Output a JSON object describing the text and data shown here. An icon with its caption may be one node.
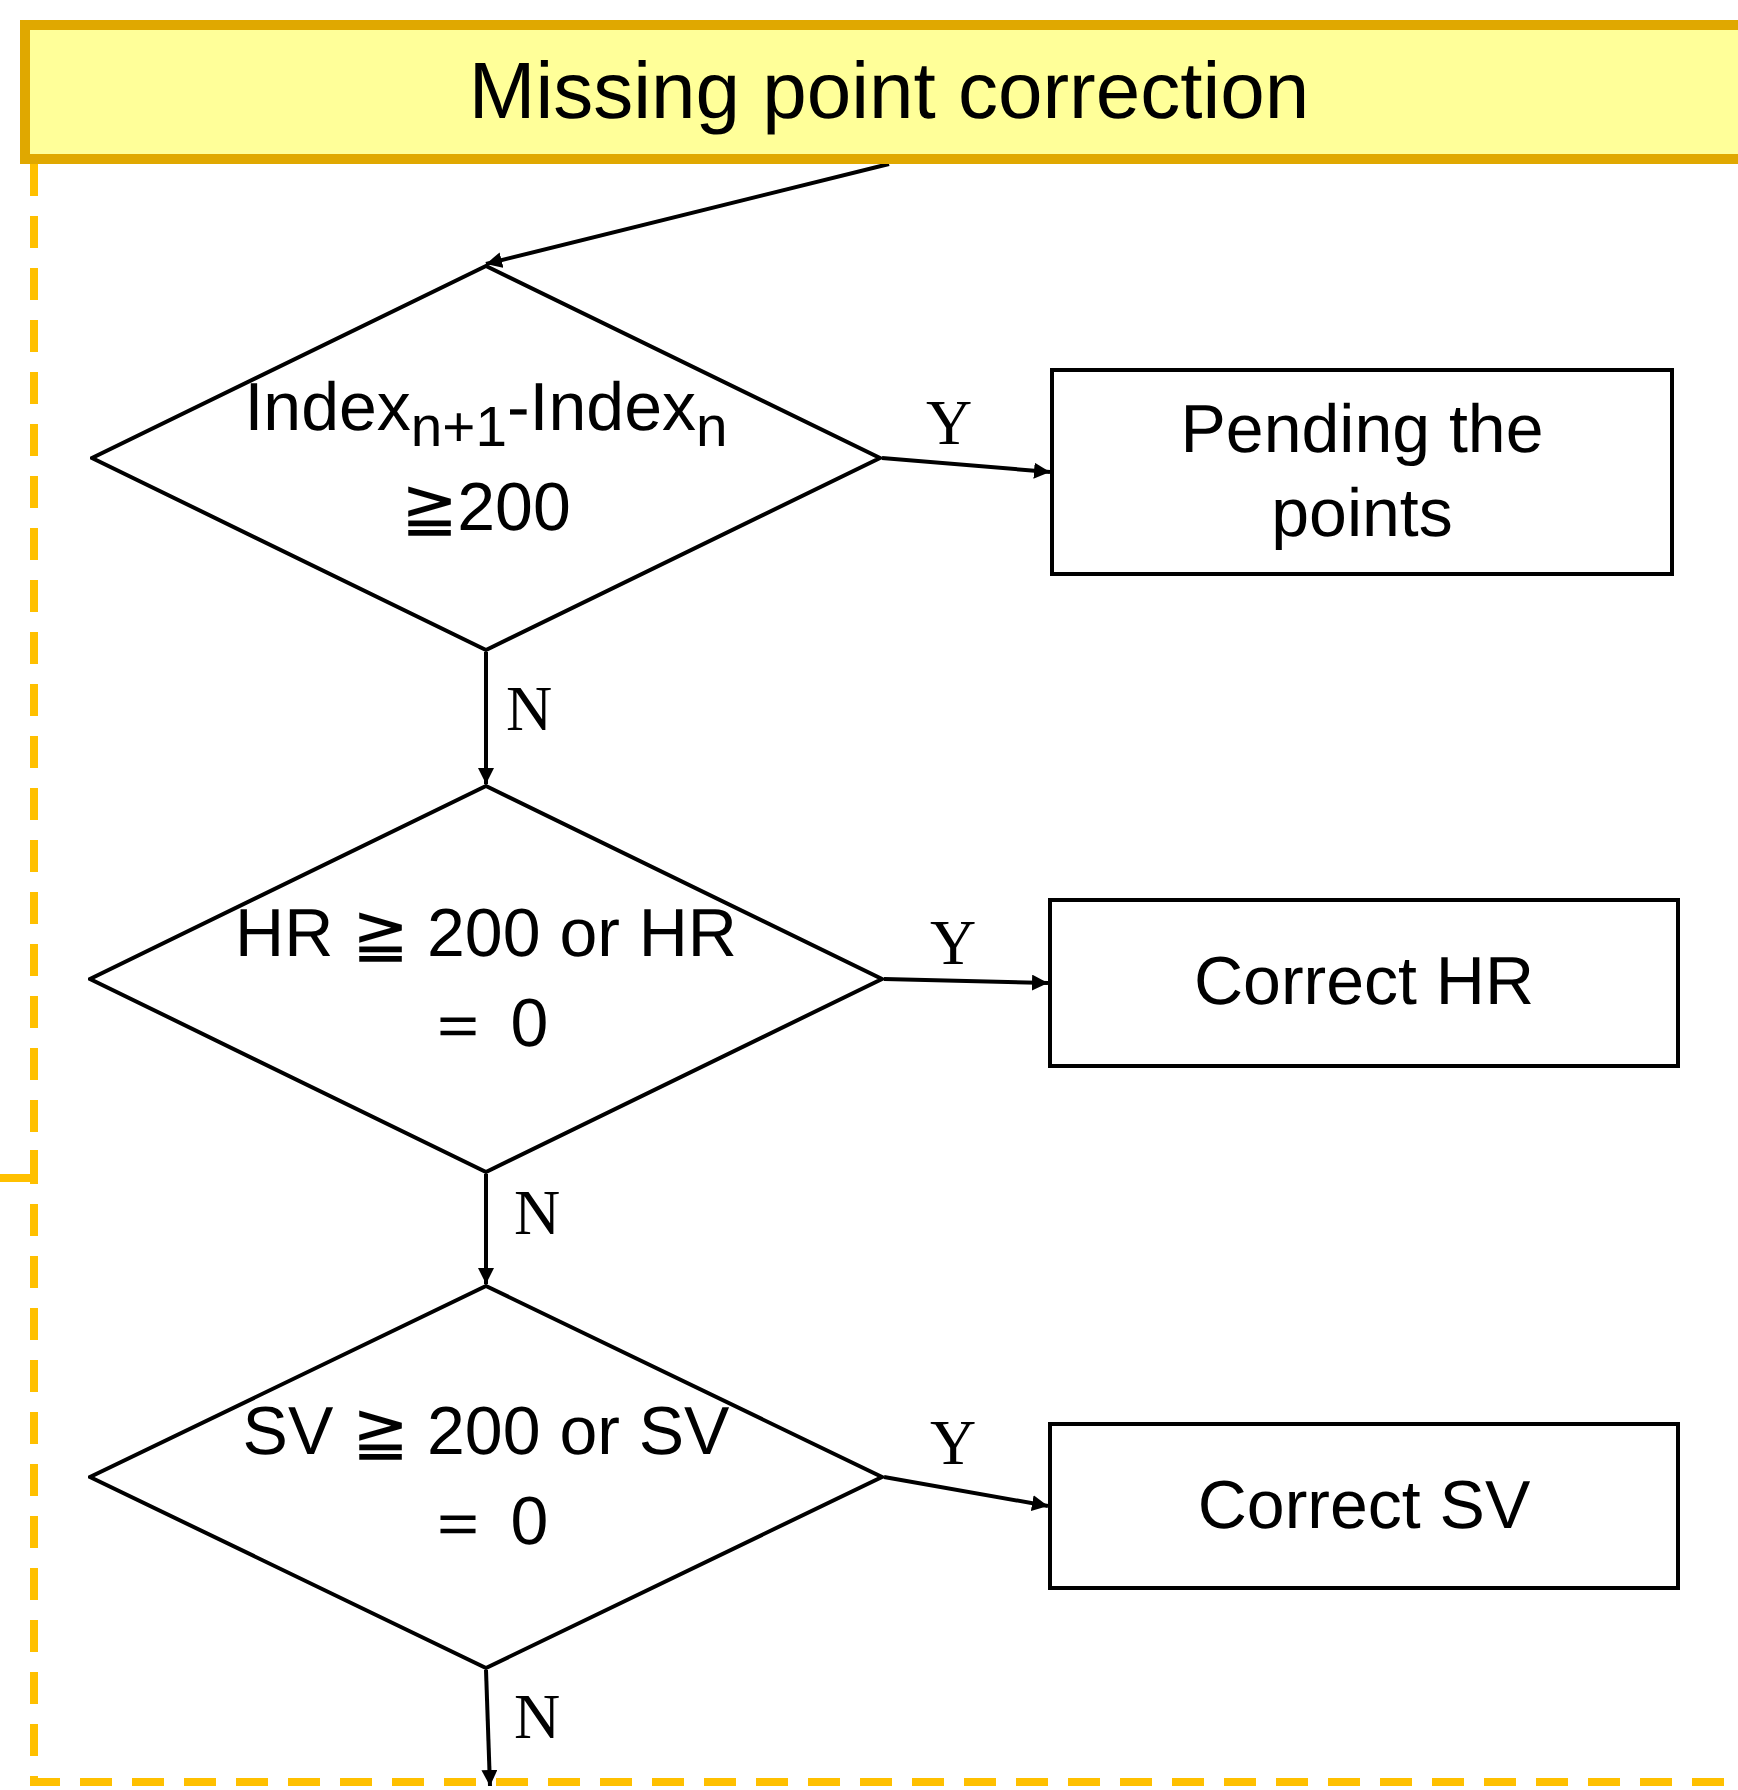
{
  "diagram": {
    "nodes": [
      {
        "text": [
          "Missing point correction"
        ]
      },
      {
        "text": [
          "Index$_{n+1}$-Index$_{n}$ ≧200"
        ]
      },
      {
        "text": [
          "Pending the points"
        ]
      },
      {
        "text": [
          "HR ≧ 200 or HR ＝ 0"
        ]
      },
      {
        "text": [
          "Correct HR"
        ]
      },
      {
        "text": [
          "SV ≧ 200 or SV ＝ 0"
        ]
      },
      {
        "text": [
          "Correct SV"
        ]
      }
    ],
    "edges": [
      {
        "from": 0,
        "to": 1,
        "arrow": "to"
      },
      {
        "from": 1,
        "to": 2,
        "arrow": "to",
        "label": "Y"
      },
      {
        "from": 1,
        "to": 3,
        "arrow": "to",
        "label": "N"
      },
      {
        "from": 3,
        "to": 4,
        "arrow": "to",
        "label": "Y"
      },
      {
        "from": 3,
        "to": 5,
        "arrow": "to",
        "label": "N"
      },
      {
        "from": 5,
        "to": 6,
        "arrow": "to",
        "label": "Y"
      },
      {
        "from": 5,
        "to": null,
        "arrow": "to",
        "label": "N"
      }
    ]
  }
}
